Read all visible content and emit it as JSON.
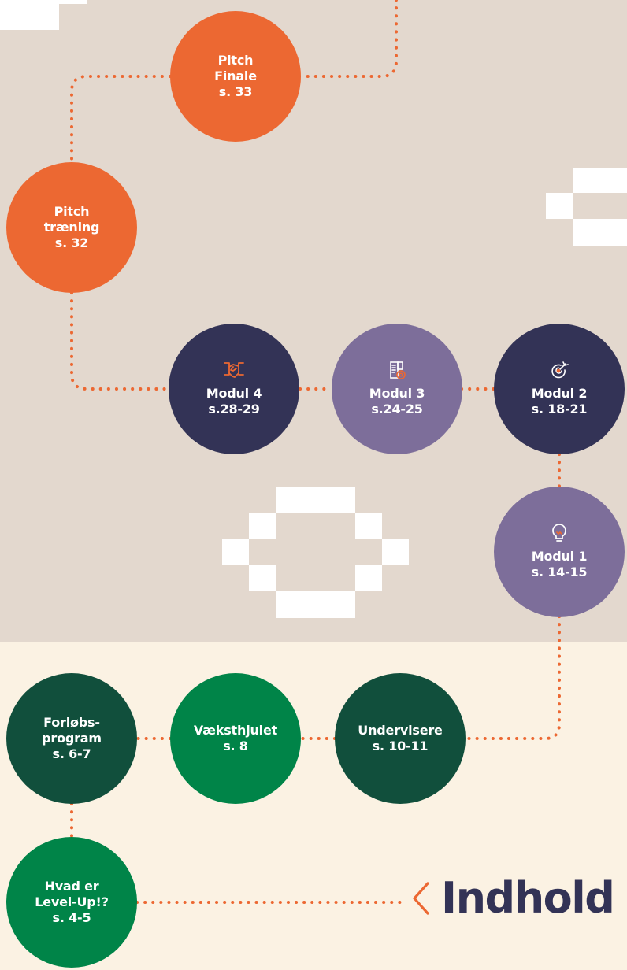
{
  "colors": {
    "accent_orange": "#ec6832",
    "navy": "#333356",
    "purple": "#7d6e9a",
    "dark_green": "#114f3c",
    "green": "#008448",
    "background_top": "#e3d8ce",
    "background_bottom": "#fbf2e3"
  },
  "nodes": {
    "pitch_finale": {
      "line1": "Pitch",
      "line2": "Finale",
      "line3": "s. 33"
    },
    "pitch_traening": {
      "line1": "Pitch",
      "line2": "træning",
      "line3": "s. 32"
    },
    "modul4": {
      "icon": "handshake-icon",
      "line1": "Modul 4",
      "line2": "s.28-29"
    },
    "modul3": {
      "icon": "document-gear-icon",
      "line1": "Modul 3",
      "line2": "s.24-25"
    },
    "modul2": {
      "icon": "target-icon",
      "line1": "Modul 2",
      "line2": "s. 18-21"
    },
    "modul1": {
      "icon": "lightbulb-icon",
      "line1": "Modul 1",
      "line2": "s. 14-15"
    },
    "forlobsprogram": {
      "line1": "Forløbs-",
      "line2": "program",
      "line3": "s. 6-7"
    },
    "vaeksthjulet": {
      "line1": "Væksthjulet",
      "line2": "s. 8"
    },
    "undervisere": {
      "line1": "Undervisere",
      "line2": "s. 10-11"
    },
    "hvad_er_levelup": {
      "line1": "Hvad er",
      "line2": "Level-Up!?",
      "line3": "s. 4-5"
    }
  },
  "heading": {
    "icon": "chevron-left-icon",
    "title": "Indhold"
  }
}
